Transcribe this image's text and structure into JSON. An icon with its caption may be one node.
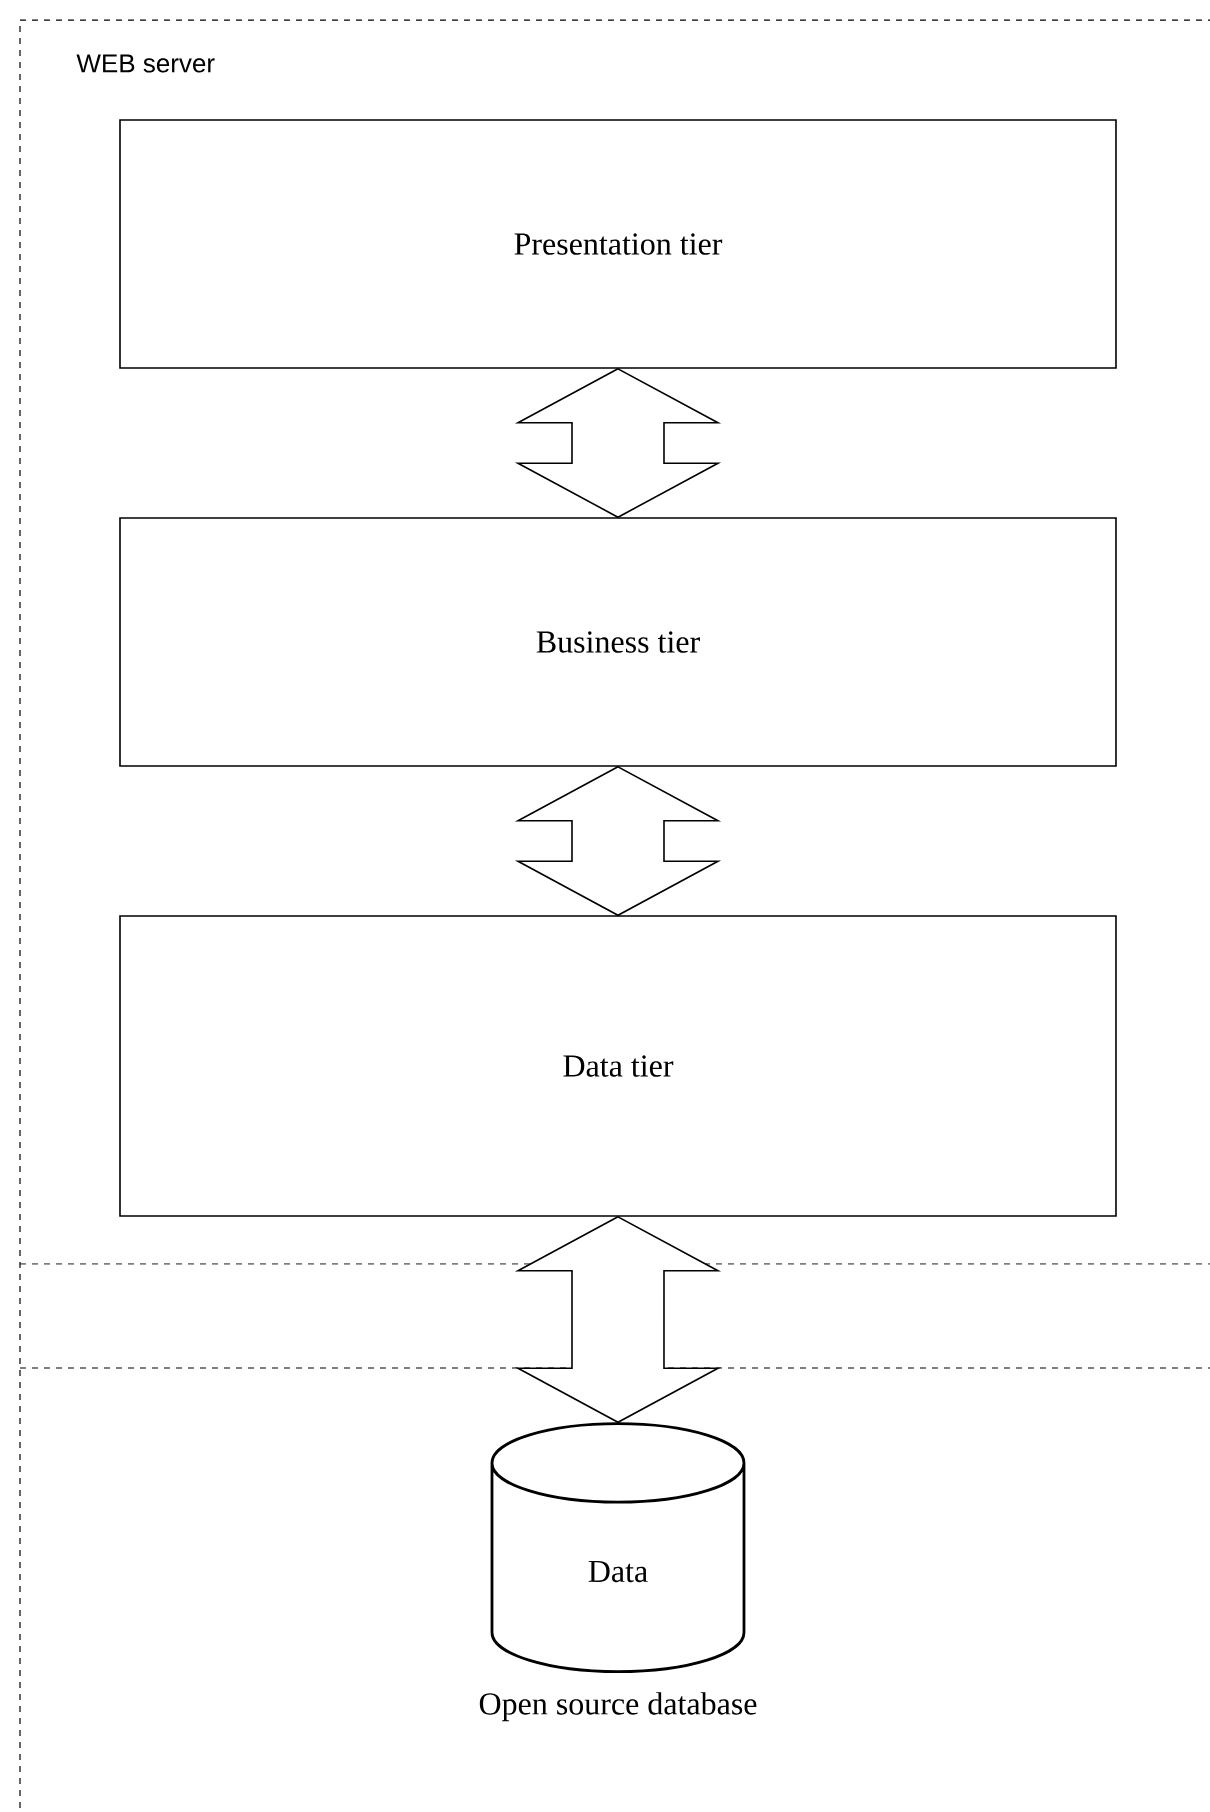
{
  "diagram": {
    "nodes": [
      {
        "text": [
          "WEB server"
        ]
      },
      {
        "text": [
          "Presentation tier"
        ],
        "in": 0
      },
      {
        "text": [
          "Business tier"
        ],
        "in": 0
      },
      {
        "text": [
          "Data tier"
        ],
        "in": 0
      },
      {
        "text": [
          "Data"
        ],
        "beside": [
          "Open source database"
        ],
        "in": 0
      }
    ],
    "edges": [
      {
        "from": 1,
        "to": 2,
        "arrow": "both"
      },
      {
        "from": 2,
        "to": 3,
        "arrow": "both"
      },
      {
        "from": 3,
        "to": 4,
        "arrow": "both"
      }
    ]
  }
}
